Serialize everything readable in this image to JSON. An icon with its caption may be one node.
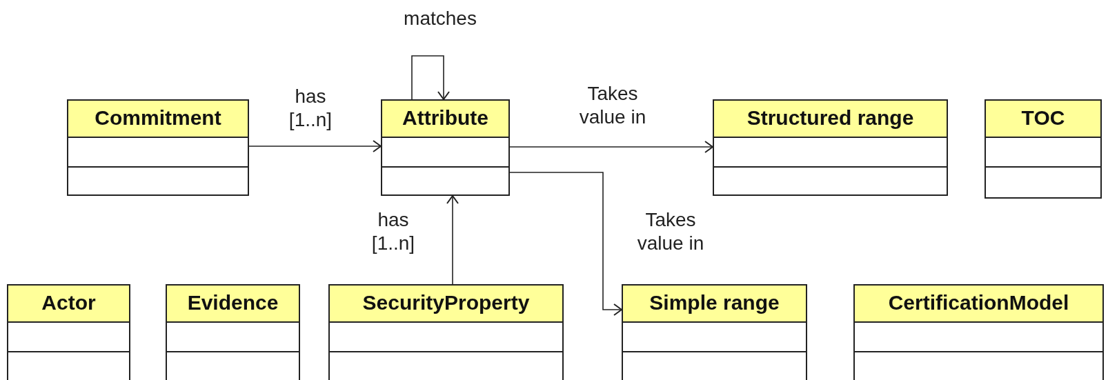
{
  "diagram": {
    "nodes": [
      {
        "text": [
          "Commitment"
        ]
      },
      {
        "text": [
          "Attribute"
        ]
      },
      {
        "text": [
          "Structured range"
        ]
      },
      {
        "text": [
          "TOC"
        ]
      },
      {
        "text": [
          "Actor"
        ]
      },
      {
        "text": [
          "Evidence"
        ]
      },
      {
        "text": [
          "SecurityProperty"
        ]
      },
      {
        "text": [
          "Simple range"
        ]
      },
      {
        "text": [
          "CertificationModel"
        ]
      }
    ],
    "edges": [
      {
        "from": 0,
        "to": 1,
        "arrow": "to",
        "label": "has [1..n]"
      },
      {
        "from": 1,
        "to": 1,
        "arrow": "to",
        "label": "matches"
      },
      {
        "from": 1,
        "to": 2,
        "arrow": "to",
        "label": "Takes value in"
      },
      {
        "from": 1,
        "to": 7,
        "arrow": "to",
        "label": "Takes value in"
      },
      {
        "from": 6,
        "to": 1,
        "arrow": "to",
        "label": "has [1..n]"
      }
    ]
  }
}
